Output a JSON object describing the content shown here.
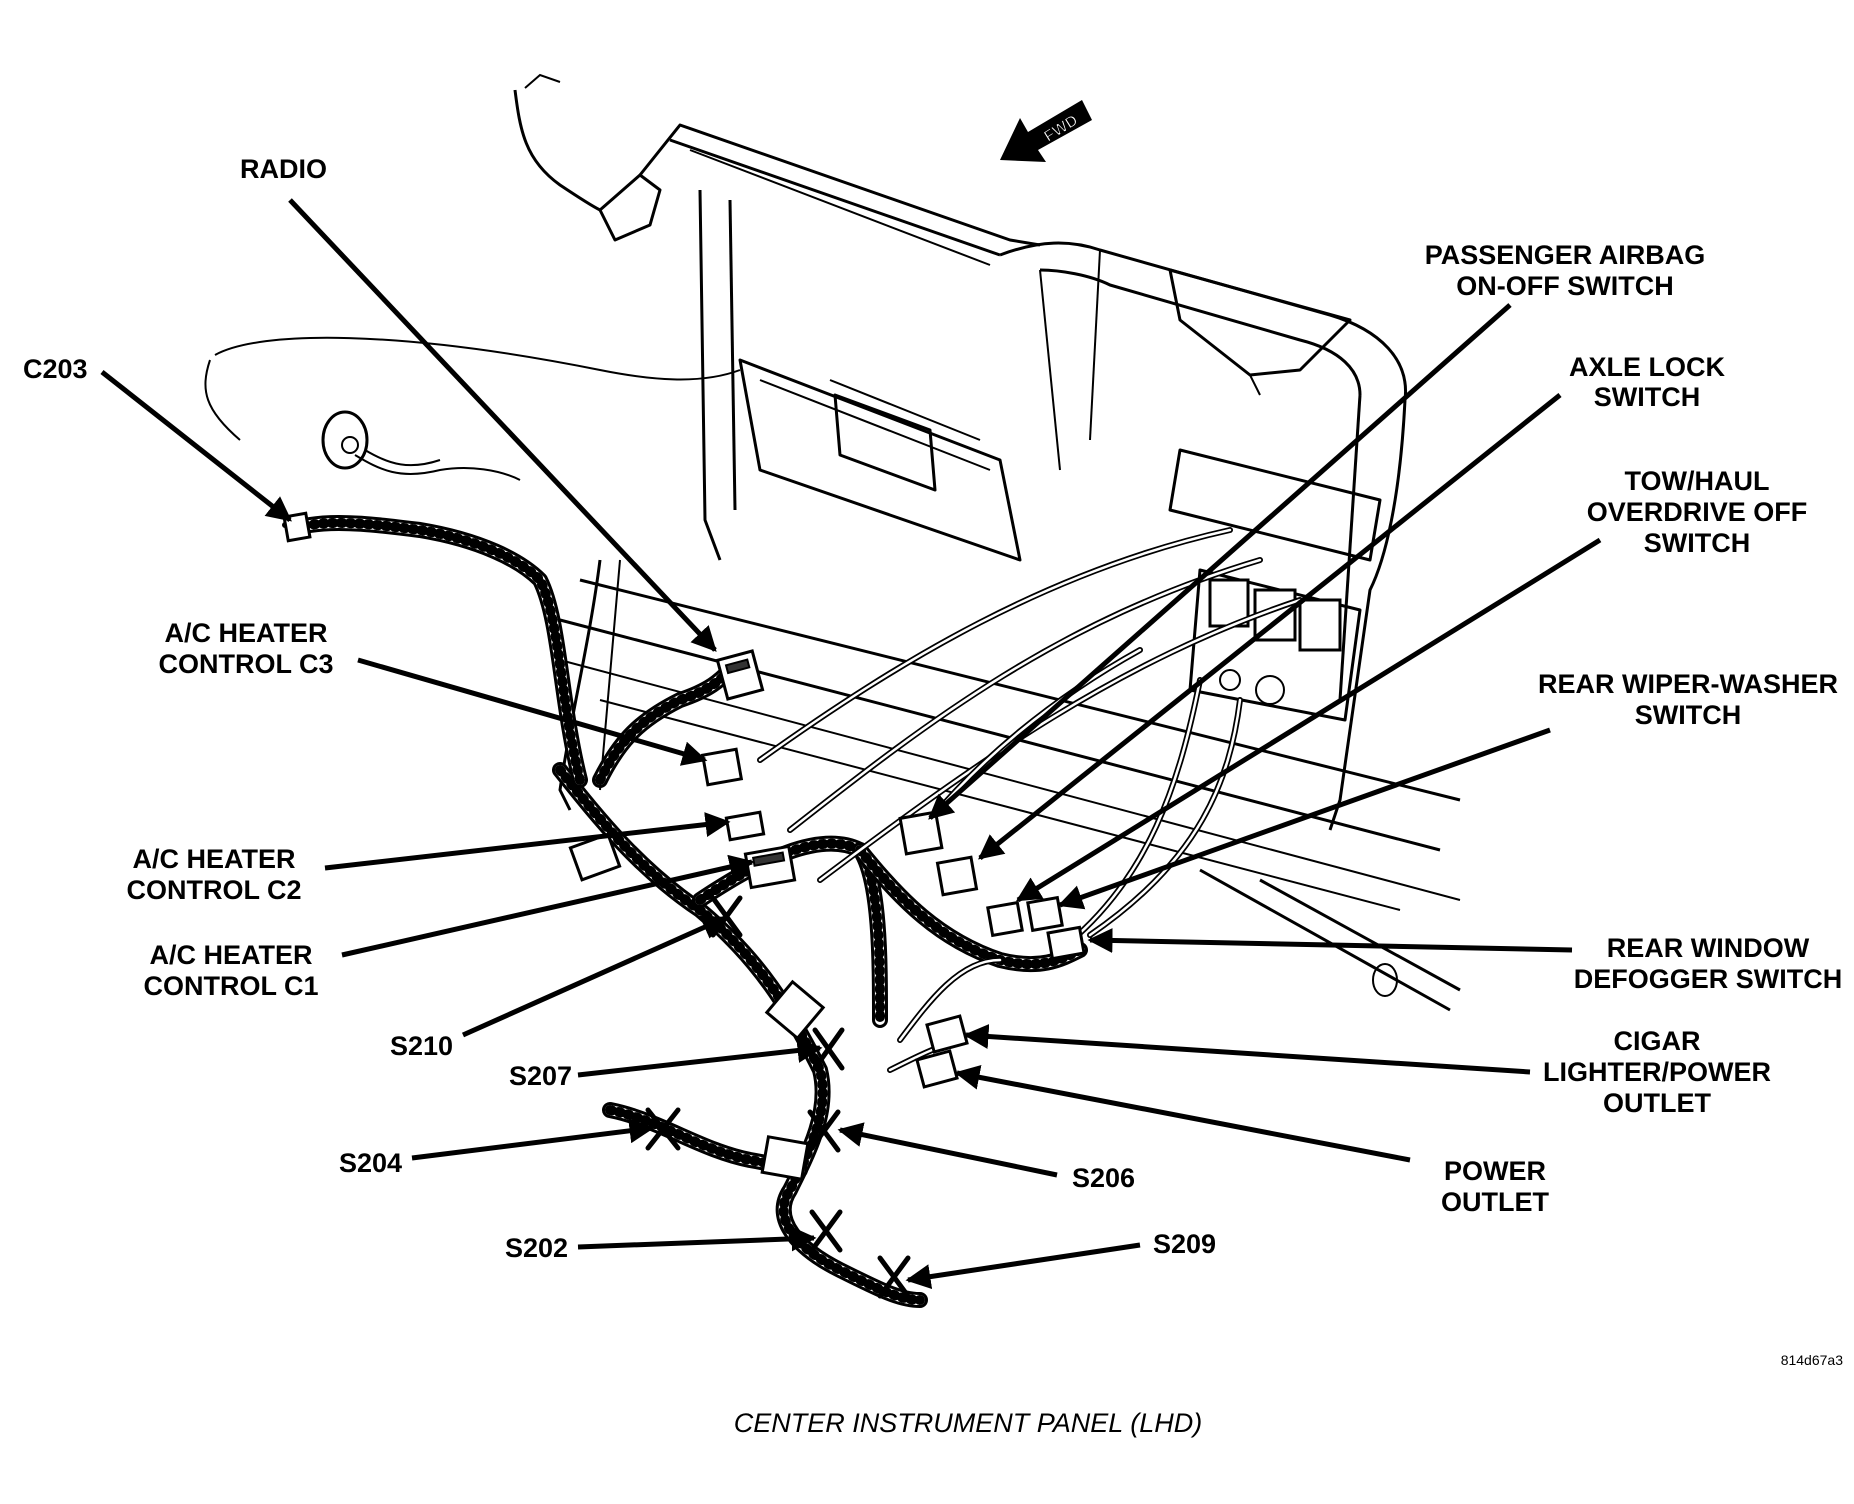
{
  "labels": {
    "radio": "RADIO",
    "c203": "C203",
    "passenger_airbag_1": "PASSENGER AIRBAG",
    "passenger_airbag_2": "ON-OFF SWITCH",
    "axle_lock_1": "AXLE LOCK",
    "axle_lock_2": "SWITCH",
    "tow_haul_1": "TOW/HAUL",
    "tow_haul_2": "OVERDRIVE OFF",
    "tow_haul_3": "SWITCH",
    "ac_c3_1": "A/C HEATER",
    "ac_c3_2": "CONTROL  C3",
    "rear_wiper_1": "REAR WIPER-WASHER",
    "rear_wiper_2": "SWITCH",
    "ac_c2_1": "A/C HEATER",
    "ac_c2_2": "CONTROL  C2",
    "ac_c1_1": "A/C HEATER",
    "ac_c1_2": "CONTROL  C1",
    "rear_window_1": "REAR WINDOW",
    "rear_window_2": "DEFOGGER SWITCH",
    "s210": "S210",
    "cigar_1": "CIGAR",
    "cigar_2": "LIGHTER/POWER",
    "cigar_3": "OUTLET",
    "s207": "S207",
    "s204": "S204",
    "s206": "S206",
    "power_outlet_1": "POWER",
    "power_outlet_2": "OUTLET",
    "s202": "S202",
    "s209": "S209"
  },
  "fwd_arrow": "FWD",
  "figure_code": "814d67a3",
  "caption": "CENTER INSTRUMENT PANEL (LHD)",
  "icons": {
    "fwd_arrow": "arrow-left-icon",
    "splice": "x-mark-icon"
  }
}
